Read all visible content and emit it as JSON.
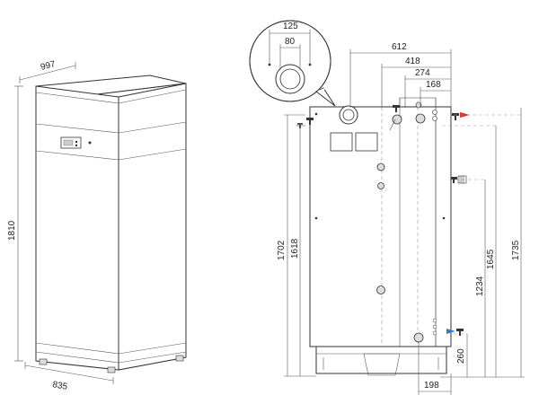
{
  "dimensions": {
    "perspective": {
      "depth": "997",
      "height": "1810",
      "width": "835"
    },
    "detail": {
      "outer": "125",
      "inner": "80"
    },
    "top_widths": {
      "w612": "612",
      "w418": "418",
      "w274": "274",
      "w168": "168"
    },
    "left_heights": {
      "h1702": "1702",
      "h1618": "1618"
    },
    "right_heights": {
      "h1234": "1234",
      "h1645": "1645",
      "h1735": "1735",
      "h260": "260"
    },
    "bottom_width": {
      "w198": "198"
    }
  },
  "colors": {
    "hot_arrow": "#e3262b",
    "cold_arrow": "#2f7fd0",
    "line": "#333333"
  }
}
